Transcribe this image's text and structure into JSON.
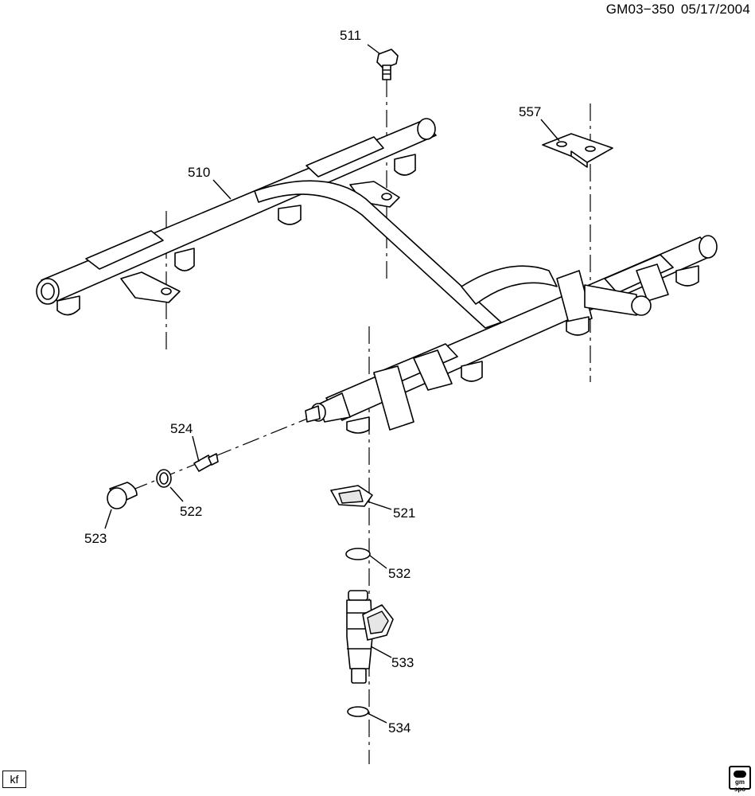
{
  "header": {
    "code": "GM03−350",
    "date": "05/17/2004"
  },
  "footer": {
    "initials": "kf",
    "logo_text": "gm spo"
  },
  "callouts": [
    {
      "id": "511",
      "text": "511"
    },
    {
      "id": "510",
      "text": "510"
    },
    {
      "id": "557",
      "text": "557"
    },
    {
      "id": "524",
      "text": "524"
    },
    {
      "id": "522",
      "text": "522"
    },
    {
      "id": "523",
      "text": "523"
    },
    {
      "id": "521",
      "text": "521"
    },
    {
      "id": "532",
      "text": "532"
    },
    {
      "id": "533",
      "text": "533"
    },
    {
      "id": "534",
      "text": "534"
    }
  ]
}
